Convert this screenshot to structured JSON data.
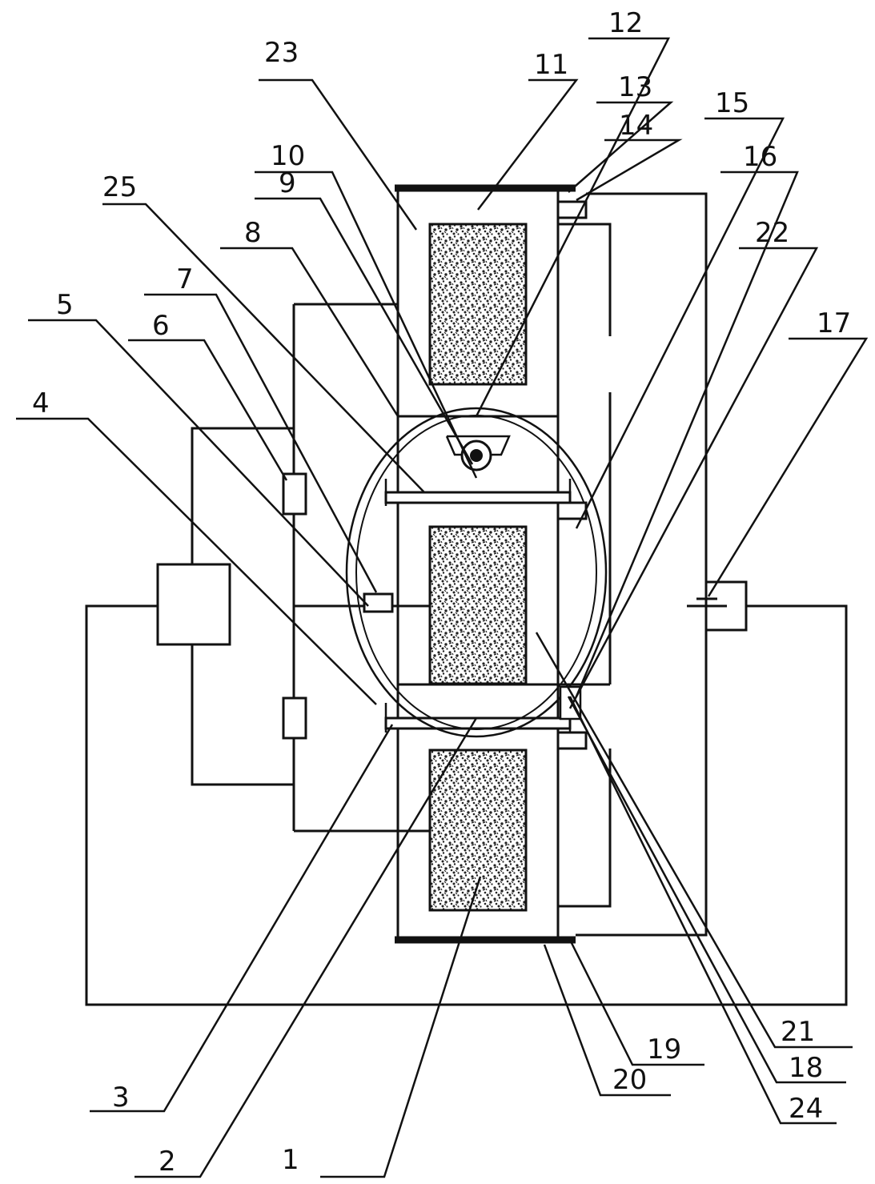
{
  "labels": [
    {
      "id": "l1",
      "text": "1"
    },
    {
      "id": "l2",
      "text": "2"
    },
    {
      "id": "l3",
      "text": "3"
    },
    {
      "id": "l4",
      "text": "4"
    },
    {
      "id": "l5",
      "text": "5"
    },
    {
      "id": "l6",
      "text": "6"
    },
    {
      "id": "l7",
      "text": "7"
    },
    {
      "id": "l8",
      "text": "8"
    },
    {
      "id": "l9",
      "text": "9"
    },
    {
      "id": "l10",
      "text": "10"
    },
    {
      "id": "l11",
      "text": "11"
    },
    {
      "id": "l12",
      "text": "12"
    },
    {
      "id": "l13",
      "text": "13"
    },
    {
      "id": "l14",
      "text": "14"
    },
    {
      "id": "l15",
      "text": "15"
    },
    {
      "id": "l16",
      "text": "16"
    },
    {
      "id": "l17",
      "text": "17"
    },
    {
      "id": "l18",
      "text": "18"
    },
    {
      "id": "l19",
      "text": "19"
    },
    {
      "id": "l20",
      "text": "20"
    },
    {
      "id": "l21",
      "text": "21"
    },
    {
      "id": "l22",
      "text": "22"
    },
    {
      "id": "l23",
      "text": "23"
    },
    {
      "id": "l24",
      "text": "24"
    },
    {
      "id": "l25",
      "text": "25"
    }
  ]
}
